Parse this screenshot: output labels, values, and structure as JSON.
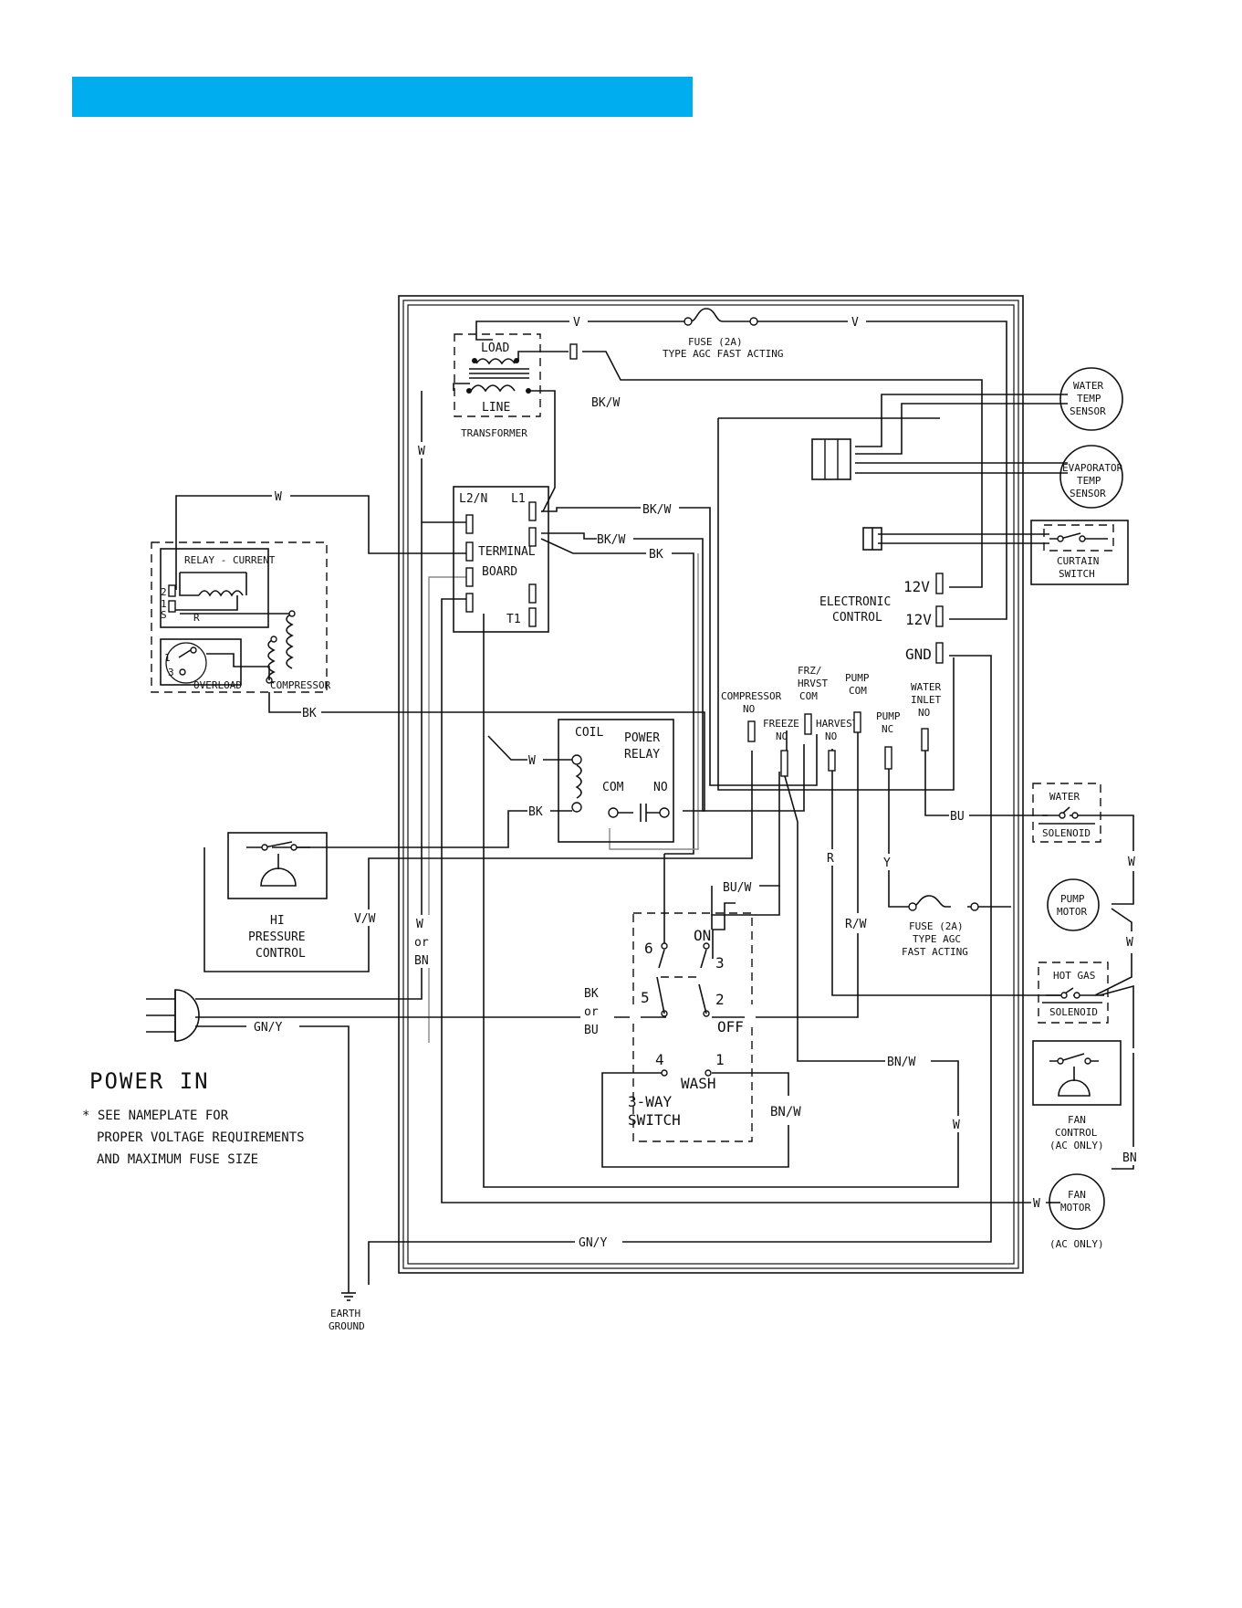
{
  "header": {
    "color": "#00aeef"
  },
  "labels": {
    "fuse_top": "FUSE (2A)",
    "fuse_top_type": "TYPE AGC FAST ACTING",
    "load": "LOAD",
    "line": "LINE",
    "transformer": "TRANSFORMER",
    "terminal_l2n": "L2/N",
    "terminal_l1": "L1",
    "terminal_t1": "T1",
    "terminal_board_1": "TERMINAL",
    "terminal_board_2": "BOARD",
    "relay_current": "RELAY - CURRENT",
    "overload": "OVERLOAD",
    "compressor": "COMPRESSOR",
    "relay_pin_2": "2",
    "relay_pin_1": "1",
    "relay_pin_s": "S",
    "relay_pin_r": "R",
    "ovl_pin_1": "1",
    "ovl_pin_3": "3",
    "coil": "COIL",
    "power_relay_1": "POWER",
    "power_relay_2": "RELAY",
    "relay_com": "COM",
    "relay_no": "NO",
    "hi_pressure_1": "HI",
    "hi_pressure_2": "PRESSURE",
    "hi_pressure_3": "CONTROL",
    "electronic_control_1": "ELECTRONIC",
    "electronic_control_2": "CONTROL",
    "v12_a": "12V",
    "v12_b": "12V",
    "gnd": "GND",
    "compressor_no_1": "COMPRESSOR",
    "compressor_no_2": "NO",
    "frz_1": "FRZ/",
    "frz_2": "HRVST",
    "frz_3": "COM",
    "freeze_no_1": "FREEZE",
    "freeze_no_2": "NO",
    "harvest_no_1": "HARVEST",
    "harvest_no_2": "NO",
    "pump_com_1": "PUMP",
    "pump_com_2": "COM",
    "pump_nc_1": "PUMP",
    "pump_nc_2": "NC",
    "water_inlet_1": "WATER",
    "water_inlet_2": "INLET",
    "water_inlet_3": "NO",
    "water_temp_1": "WATER",
    "water_temp_2": "TEMP",
    "water_temp_3": "SENSOR",
    "evap_temp_1": "EVAPORATOR",
    "evap_temp_2": "TEMP",
    "evap_temp_3": "SENSOR",
    "curtain_1": "CURTAIN",
    "curtain_2": "SWITCH",
    "water_sol_1": "WATER",
    "water_sol_2": "SOLENOID",
    "pump_motor_1": "PUMP",
    "pump_motor_2": "MOTOR",
    "hot_gas_1": "HOT GAS",
    "hot_gas_2": "SOLENOID",
    "fan_control_1": "FAN",
    "fan_control_2": "CONTROL",
    "fan_control_3": "(AC ONLY)",
    "fan_motor_1": "FAN",
    "fan_motor_2": "MOTOR",
    "fan_motor_3": "(AC ONLY)",
    "fuse_pump_1": "FUSE (2A)",
    "fuse_pump_2": "TYPE AGC",
    "fuse_pump_3": "FAST ACTING",
    "sw_6": "6",
    "sw_on": "ON",
    "sw_3": "3",
    "sw_5": "5",
    "sw_2": "2",
    "sw_off": "OFF",
    "sw_4": "4",
    "sw_1": "1",
    "sw_wash": "WASH",
    "sw_name_1": "3-WAY",
    "sw_name_2": "SWITCH",
    "power_in": "POWER IN",
    "note_1": "* SEE NAMEPLATE FOR",
    "note_2": "PROPER VOLTAGE REQUIREMENTS",
    "note_3": "AND MAXIMUM FUSE SIZE",
    "earth_1": "EARTH",
    "earth_2": "GROUND"
  },
  "wires": {
    "v_a": "V",
    "v_b": "V",
    "w_trans": "W",
    "bkw_trans": "BK/W",
    "w_relay": "W",
    "bkw_1": "BK/W",
    "bkw_2": "BK/W",
    "bk_1": "BK",
    "bk_comp": "BK",
    "w_coil": "W",
    "bk_relay": "BK",
    "vw": "V/W",
    "w_or": "W",
    "or_1": "or",
    "bn_1": "BN",
    "bk_or": "BK",
    "or_2": "or",
    "bu_sw": "BU",
    "gny_1": "GN/Y",
    "gny_2": "GN/Y",
    "buw": "BU/W",
    "r": "R",
    "rw": "R/W",
    "y": "Y",
    "bu_sol": "BU",
    "w_sol": "W",
    "w_pump": "W",
    "bnw_1": "BN/W",
    "bnw_2": "BN/W",
    "w_fan": "W",
    "w_fanm": "W",
    "bn_fan": "BN"
  }
}
